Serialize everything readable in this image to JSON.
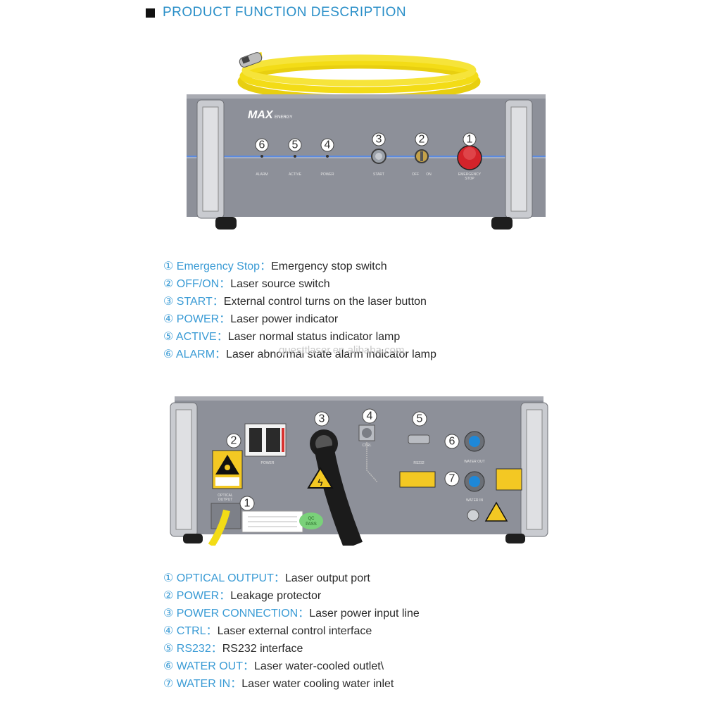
{
  "header": {
    "title": "PRODUCT FUNCTION DESCRIPTION"
  },
  "front_panel": {
    "brand": "MAX",
    "brand_sub": "ENERGY",
    "labels": [
      "ALARM",
      "ACTIVE",
      "POWER",
      "START",
      "OFF",
      "ON",
      "EMERGENCY",
      "STOP"
    ],
    "markers": [
      "6",
      "5",
      "4",
      "3",
      "2",
      "1"
    ]
  },
  "front_descriptions": [
    {
      "key": "① Emergency Stop：",
      "value": "Emergency stop switch"
    },
    {
      "key": "② OFF/ON：",
      "value": "Laser source switch"
    },
    {
      "key": "③ START：",
      "value": "External control turns on the laser button"
    },
    {
      "key": "④ POWER：",
      "value": "Laser power indicator"
    },
    {
      "key": "⑤ ACTIVE：",
      "value": "Laser normal status indicator lamp"
    },
    {
      "key": "⑥ ALARM：",
      "value": "Laser abnormal state alarm indicator lamp"
    }
  ],
  "watermark": "questtlaser.en.alibaba.com",
  "back_panel": {
    "labels": [
      "POWER",
      "OPTICAL",
      "OUTPUT",
      "CTRL",
      "RS232",
      "WATER OUT",
      "WATER IN",
      "QC",
      "PASS"
    ],
    "markers": [
      "2",
      "3",
      "4",
      "5",
      "6",
      "7",
      "1"
    ]
  },
  "back_descriptions": [
    {
      "key": "① OPTICAL OUTPUT：",
      "value": "Laser output port"
    },
    {
      "key": "② POWER：",
      "value": "Leakage protector"
    },
    {
      "key": "③ POWER CONNECTION：",
      "value": "Laser power input line"
    },
    {
      "key": "④ CTRL：",
      "value": "Laser external control interface"
    },
    {
      "key": "⑤ RS232：",
      "value": "RS232 interface"
    },
    {
      "key": "⑥ WATER OUT：",
      "value": "Laser water-cooled outlet\\"
    },
    {
      "key": "⑦ WATER IN：",
      "value": "Laser water cooling water inlet"
    }
  ],
  "colors": {
    "accent": "#3a9bd5",
    "fiber": "#f3dc16",
    "panel": "#8d9099"
  }
}
